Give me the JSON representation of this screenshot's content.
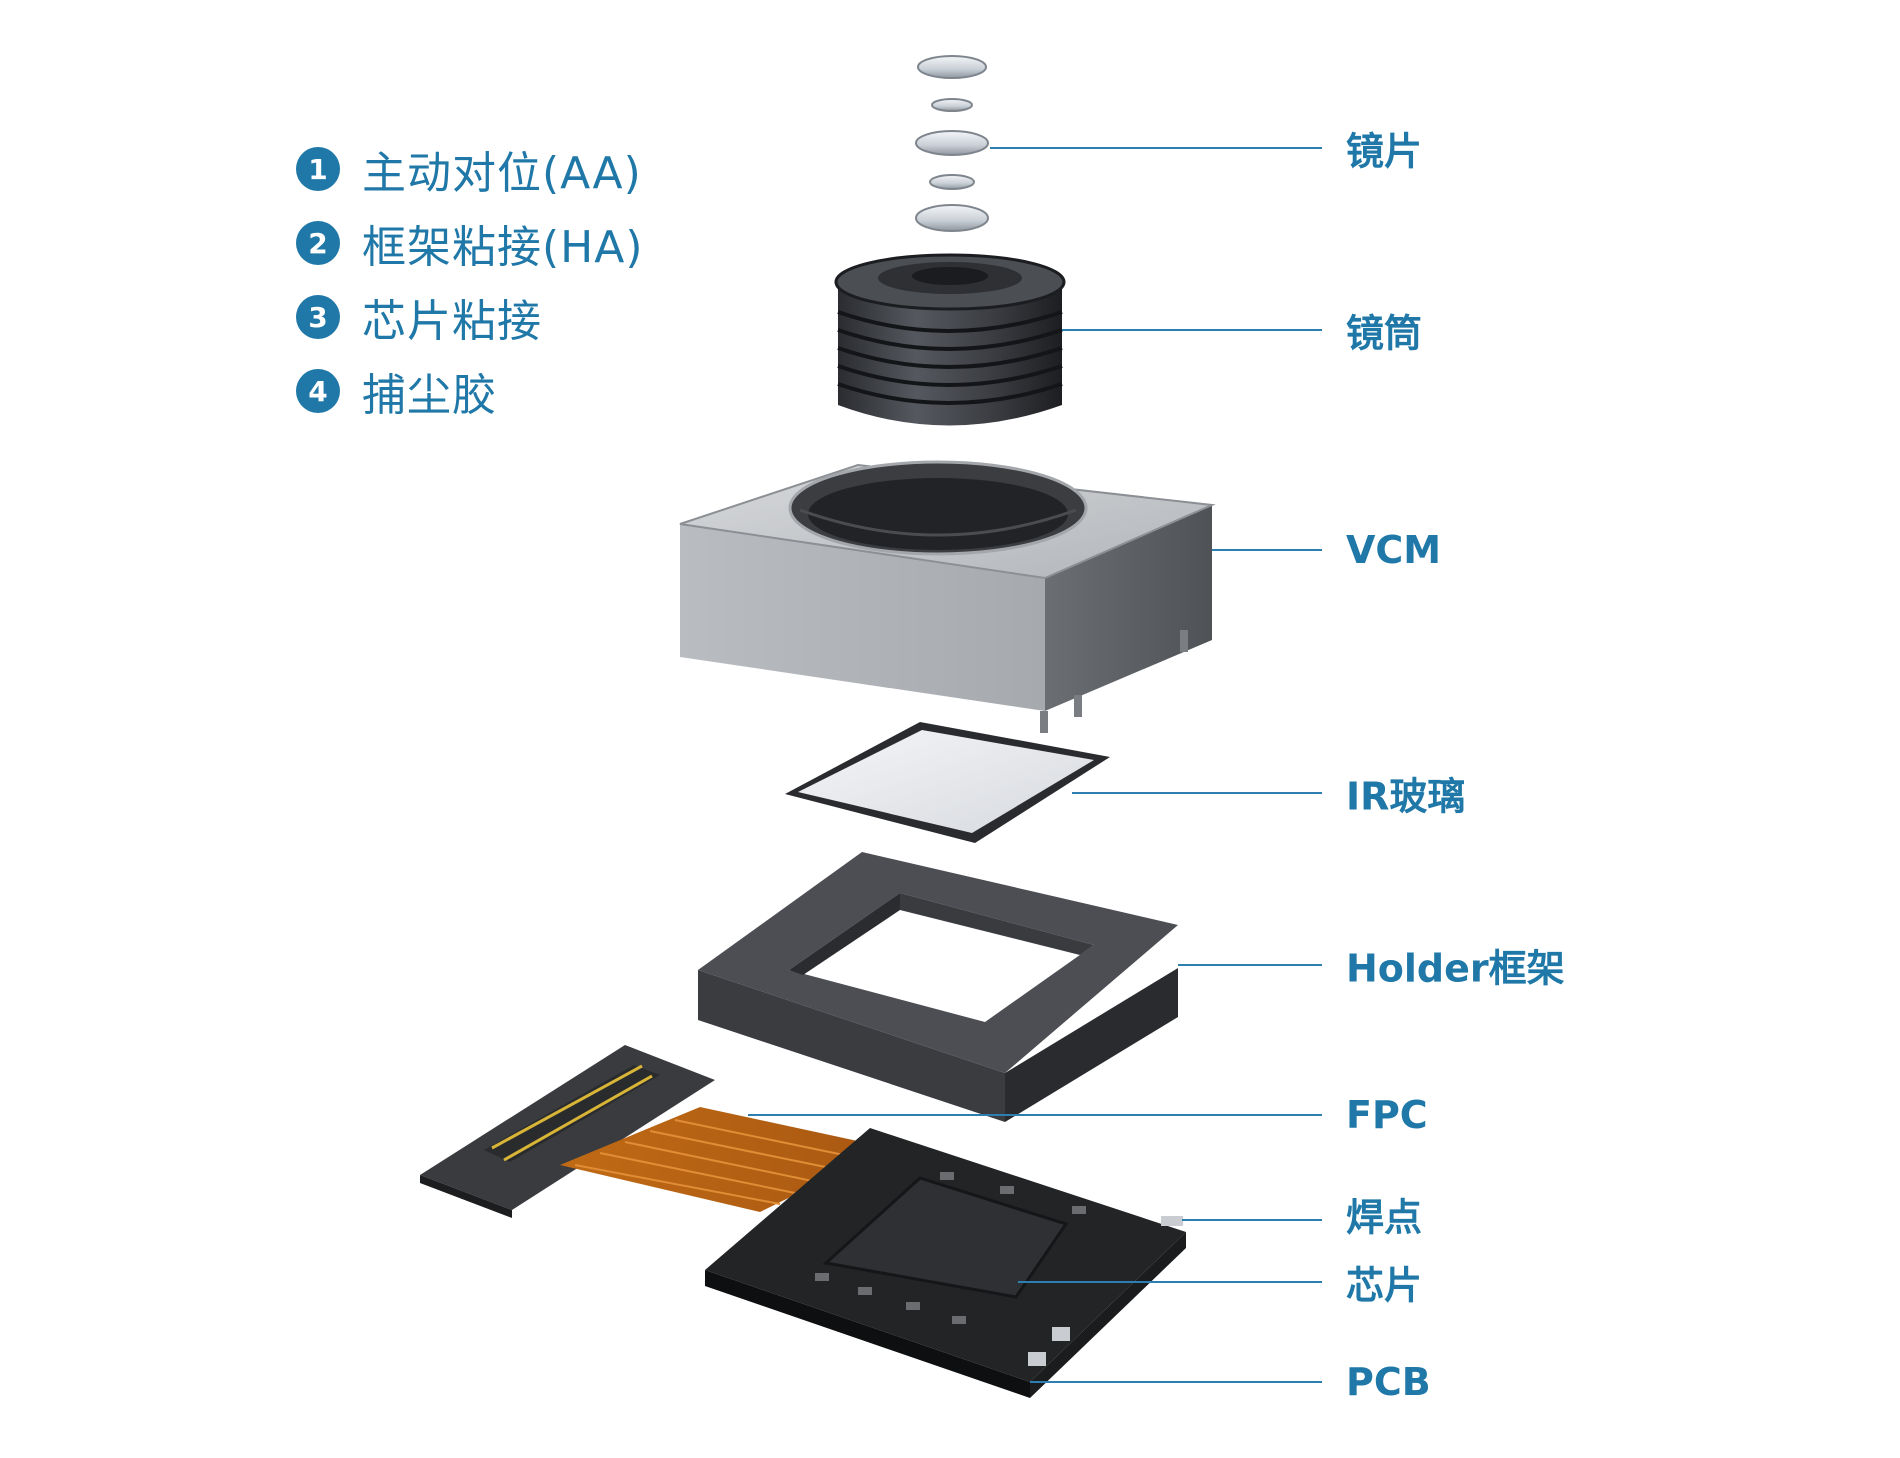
{
  "legend": [
    {
      "num": "1",
      "text": "主动对位(AA)"
    },
    {
      "num": "2",
      "text": "框架粘接(HA)"
    },
    {
      "num": "3",
      "text": "芯片粘接"
    },
    {
      "num": "4",
      "text": "捕尘胶"
    }
  ],
  "labels": {
    "lens": "镜片",
    "barrel": "镜筒",
    "vcm": "VCM",
    "ir_glass": "IR玻璃",
    "holder": "Holder框架",
    "fpc": "FPC",
    "solder": "焊点",
    "chip": "芯片",
    "pcb": "PCB"
  },
  "colors": {
    "accent": "#1f78a7",
    "leader_line": "#2c7fb0",
    "fpc_copper": "#c8751d",
    "connector_pins": "#d8b537"
  }
}
